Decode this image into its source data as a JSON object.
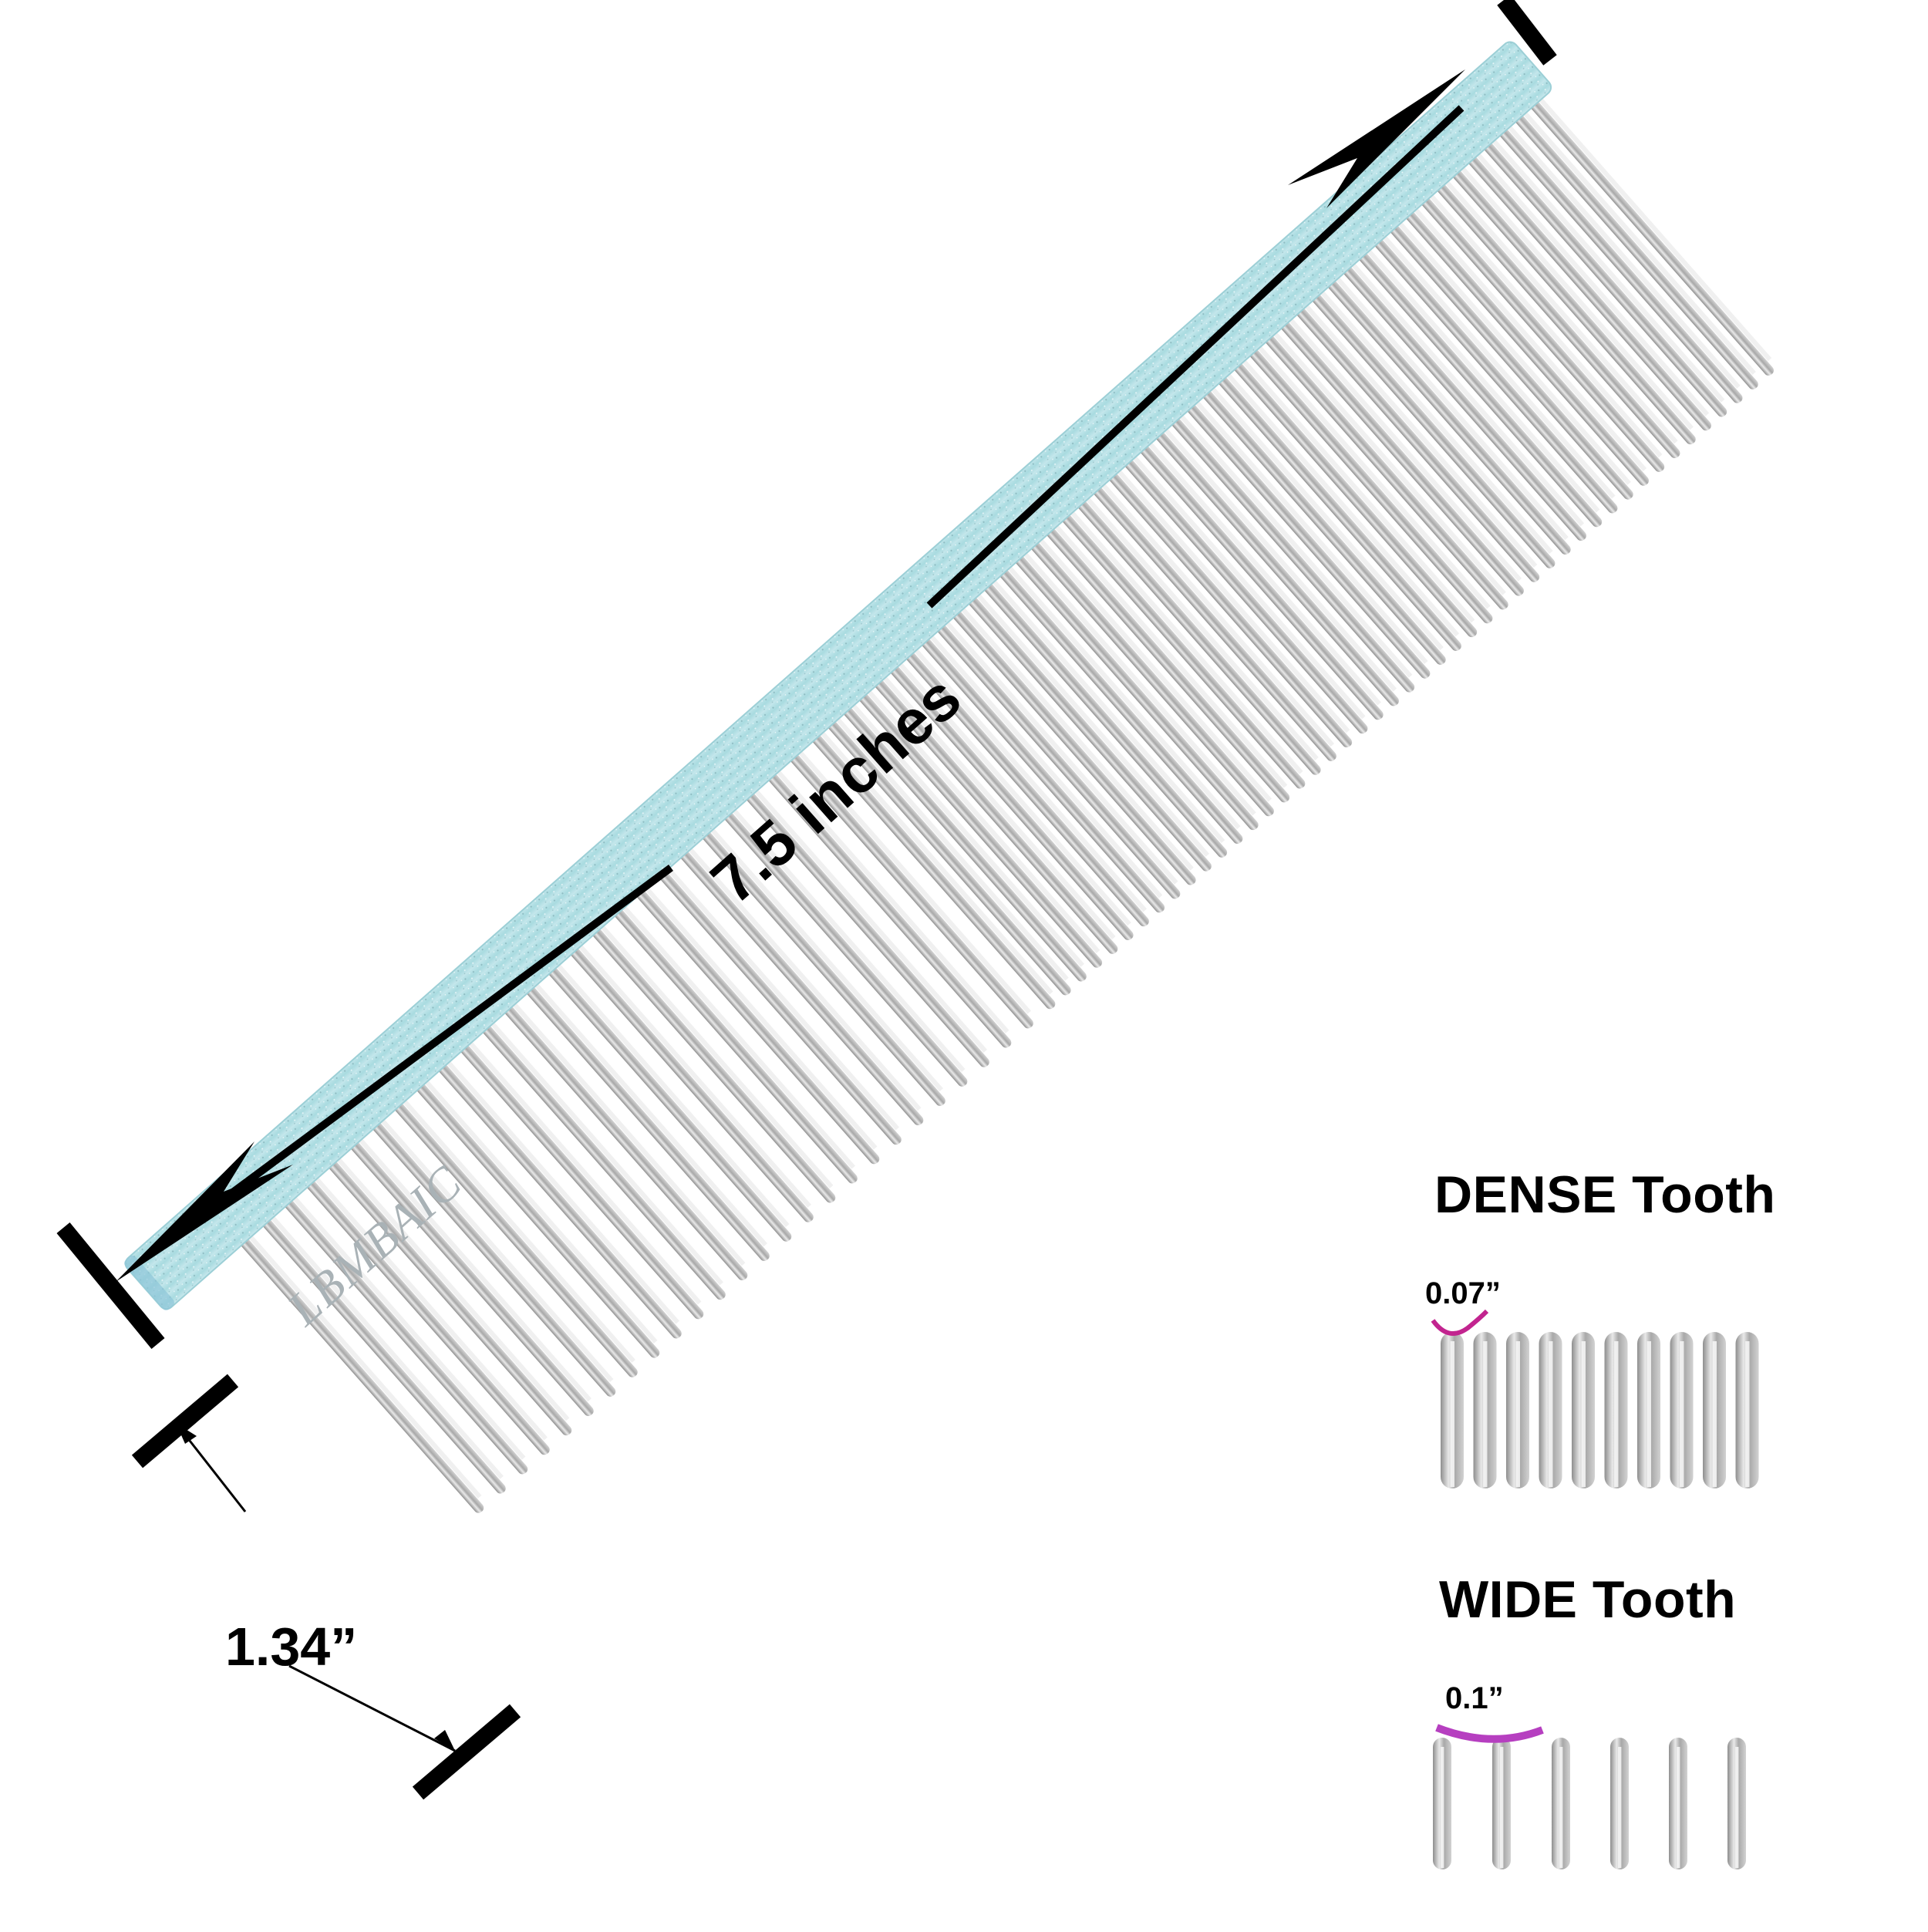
{
  "product": {
    "brand_engraving": "LBMBAIC",
    "spine_color": "#a9dbe0",
    "tooth_color": "#b8b8b8"
  },
  "dimensions": {
    "length_label": "7.5 inches",
    "tooth_length_label": "1.34”"
  },
  "insets": {
    "dense": {
      "title": "DENSE Tooth",
      "spacing_label": "0.07”",
      "tooth_count": 10,
      "marker_color": "#c2248f"
    },
    "wide": {
      "title": "WIDE Tooth",
      "spacing_label": "0.1”",
      "tooth_count": 6,
      "marker_color": "#b63fc0"
    }
  }
}
